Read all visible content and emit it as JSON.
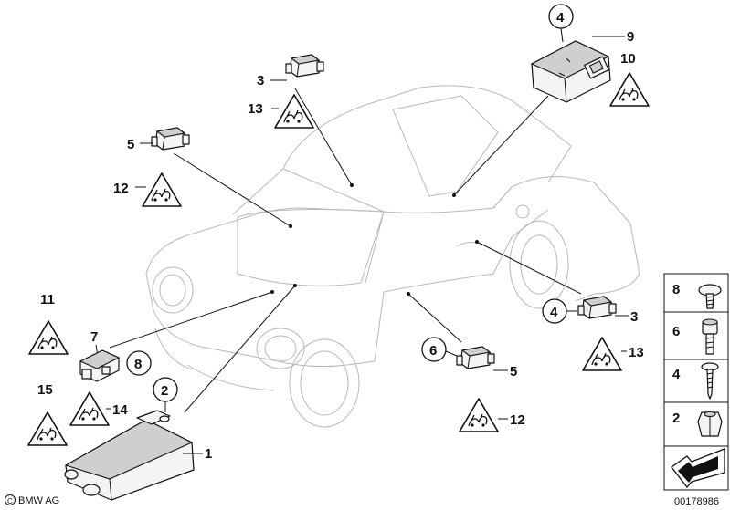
{
  "diagram": {
    "callouts": {
      "c1": "1",
      "c2": "2",
      "c3a": "3",
      "c3b": "3",
      "c4a": "4",
      "c4b": "4",
      "c5a": "5",
      "c5b": "5",
      "c6": "6",
      "c7": "7",
      "c8": "8",
      "c9": "9",
      "c10": "10",
      "c11": "11",
      "c12a": "12",
      "c12b": "12",
      "c13a": "13",
      "c13b": "13",
      "c14": "14",
      "c15": "15"
    },
    "hardware_panel": {
      "items": [
        {
          "label": "8",
          "icon": "screw-round-head-icon"
        },
        {
          "label": "6",
          "icon": "socket-head-bolt-icon"
        },
        {
          "label": "4",
          "icon": "self-tapping-screw-icon"
        },
        {
          "label": "2",
          "icon": "hex-nut-icon"
        }
      ]
    },
    "footer": {
      "brand": "BMW AG",
      "part_number": "00178986"
    }
  }
}
